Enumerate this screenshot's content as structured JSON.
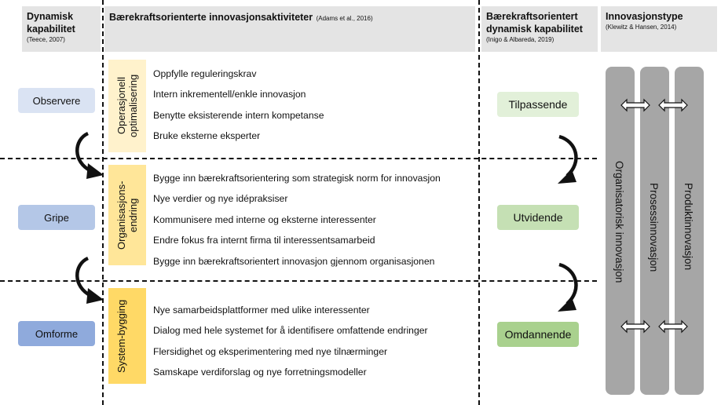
{
  "headers": {
    "col1": {
      "title": "Dynamisk kapabilitet",
      "source": "(Teece, 2007)"
    },
    "col2": {
      "title": "Bærekraftsorienterte innovasjonsaktiviteter",
      "source": "(Adams et al., 2016)"
    },
    "col3": {
      "title": "Bærekraftsorientert dynamisk kapabilitet",
      "source": "(Inigo & Albareda, 2019)"
    },
    "col4": {
      "title": "Innovasjonstype",
      "source": "(Klewitz & Hansen, 2014)"
    }
  },
  "capabilities": [
    "Observere",
    "Gripe",
    "Omforme"
  ],
  "categories": [
    "Operasjonell optimalisering",
    "Organisasjons-endring",
    "System-bygging"
  ],
  "activities": {
    "group1": [
      "Oppfylle reguleringskrav",
      "Intern inkrementell/enkle innovasjon",
      "Benytte eksisterende intern kompetanse",
      "Bruke eksterne eksperter"
    ],
    "group2": [
      "Bygge inn bærekraftsorientering som strategisk norm for innovasjon",
      "Nye verdier og nye idépraksiser",
      "Kommunisere med interne og eksterne interessenter",
      "Endre fokus fra internt firma til interessentsamarbeid",
      "Bygge inn bærekraftsorientert innovasjon gjennom organisasjonen"
    ],
    "group3": [
      "Nye samarbeidsplattformer med ulike interessenter",
      "Dialog med hele systemet for å identifisere omfattende endringer",
      "Flersidighet og eksperimentering med nye tilnærminger",
      "Samskape verdiforslag og nye forretningsmodeller"
    ]
  },
  "sustainable_capabilities": [
    "Tilpassende",
    "Utvidende",
    "Omdannende"
  ],
  "innovation_types": [
    "Organisatorisk innovasjon",
    "Prosessinnovasjon",
    "Produktinnovasjon"
  ],
  "colors": {
    "observere": "#dae3f3",
    "gripe": "#b4c7e7",
    "omforme": "#8faadc",
    "cat1": "#fff2cc",
    "cat2": "#ffe699",
    "cat3": "#ffd966",
    "green1": "#e2f0d9",
    "green2": "#c5e0b4",
    "green3": "#a9d18e",
    "innovation": "#a6a6a6",
    "header": "#e4e4e4"
  }
}
